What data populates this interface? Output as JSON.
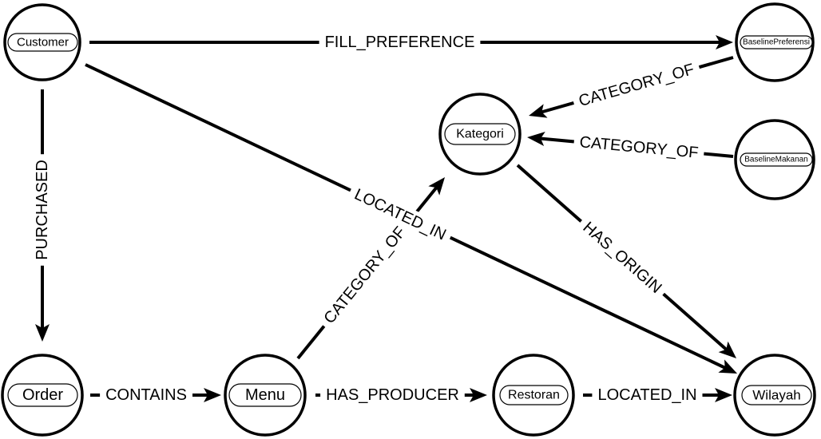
{
  "diagram": {
    "nodes": [
      {
        "label": "Customer"
      },
      {
        "label": "BaselinePreferensi"
      },
      {
        "label": "Kategori"
      },
      {
        "label": "BaselineMakanan"
      },
      {
        "label": "Order"
      },
      {
        "label": "Menu"
      },
      {
        "label": "Restoran"
      },
      {
        "label": "Wilayah"
      }
    ],
    "edges": [
      {
        "label": "FILL_PREFERENCE",
        "from": 0,
        "to": 1
      },
      {
        "label": "CATEGORY_OF",
        "from": 1,
        "to": 2
      },
      {
        "label": "CATEGORY_OF",
        "from": 3,
        "to": 2
      },
      {
        "label": "LOCATED_IN",
        "from": 0,
        "to": 7
      },
      {
        "label": "HAS_ORIGIN",
        "from": 2,
        "to": 7
      },
      {
        "label": "PURCHASED",
        "from": 0,
        "to": 4
      },
      {
        "label": "CONTAINS",
        "from": 4,
        "to": 5
      },
      {
        "label": "CATEGORY_OF",
        "from": 5,
        "to": 2
      },
      {
        "label": "HAS_PRODUCER",
        "from": 5,
        "to": 6
      },
      {
        "label": "LOCATED_IN",
        "from": 6,
        "to": 7
      }
    ],
    "colors": {
      "ink": "#000000",
      "paper": "#ffffff"
    }
  }
}
